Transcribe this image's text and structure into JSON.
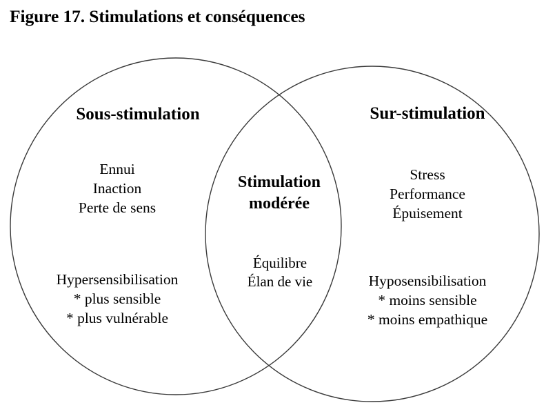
{
  "figure": {
    "title": "Figure 17. Stimulations et conséquences",
    "type": "venn-diagram",
    "stroke_color": "#3a3a3a",
    "background_color": "#ffffff",
    "text_color": "#000000"
  },
  "venn": {
    "left_circle": {
      "heading": "Sous-stimulation",
      "top_items": [
        "Ennui",
        "Inaction",
        "Perte de sens"
      ],
      "bottom_items": [
        "Hypersensibilisation",
        "* plus sensible",
        "* plus vulnérable"
      ]
    },
    "right_circle": {
      "heading": "Sur-stimulation",
      "top_items": [
        "Stress",
        "Performance",
        "Épuisement"
      ],
      "bottom_items": [
        "Hyposensibilisation",
        "* moins sensible",
        "* moins empathique"
      ]
    },
    "intersection": {
      "heading_line1": "Stimulation",
      "heading_line2": "modérée",
      "items": [
        "Équilibre",
        "Élan de vie"
      ]
    }
  }
}
